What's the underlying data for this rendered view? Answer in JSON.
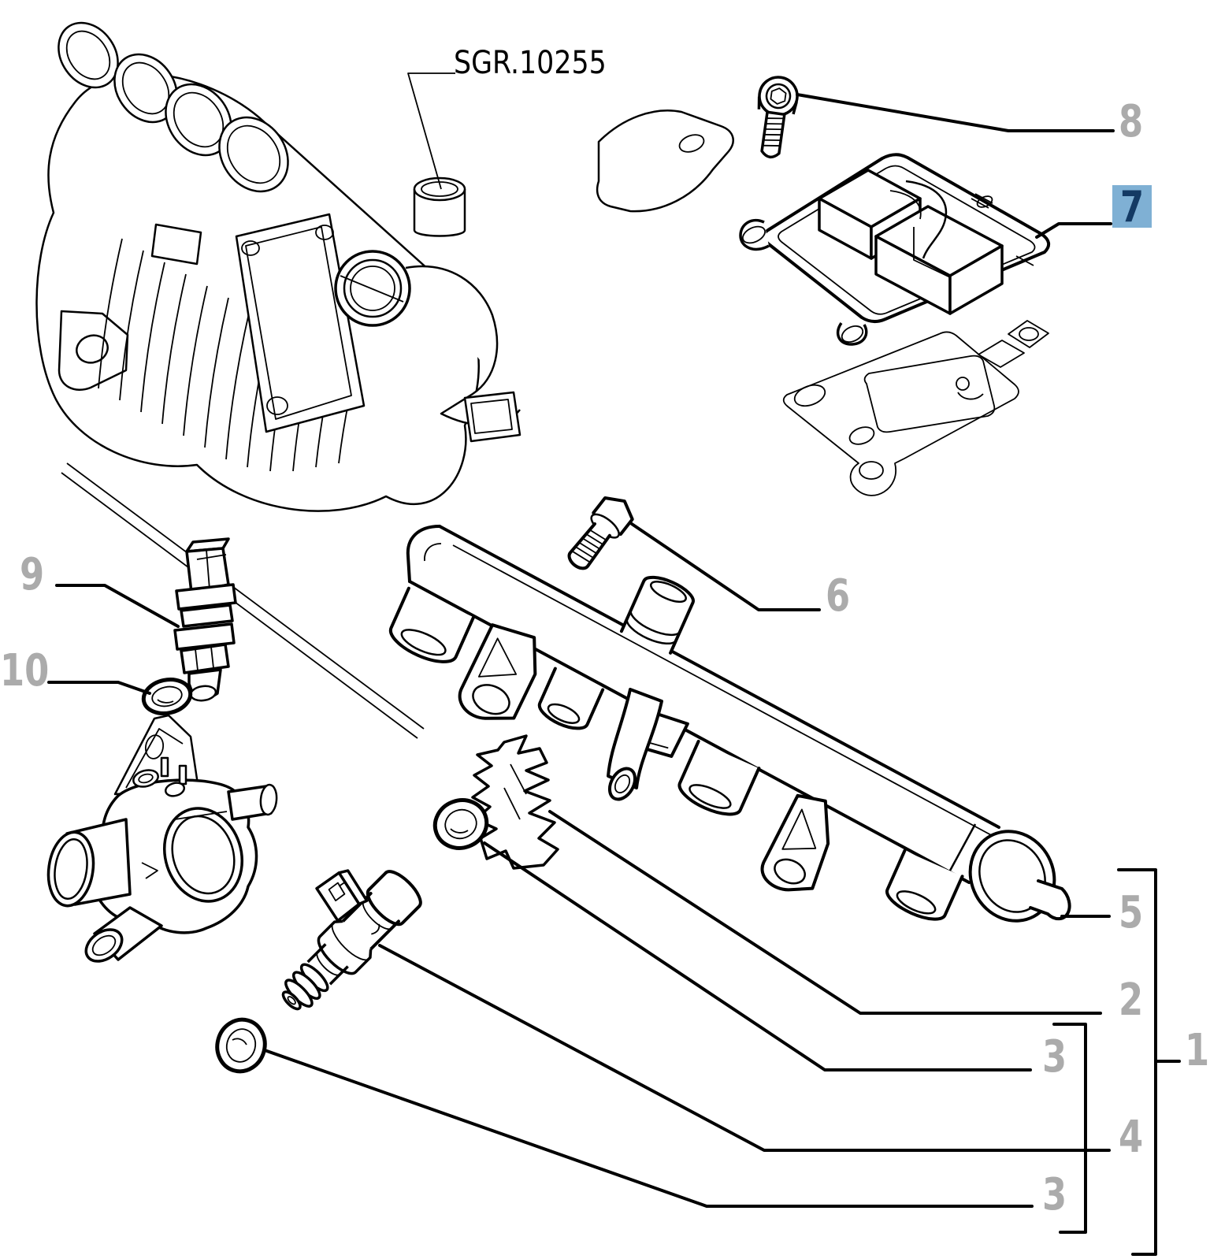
{
  "diagram": {
    "reference": {
      "label": "SGR.10255"
    },
    "callouts": {
      "c1": {
        "label": "1",
        "highlighted": false
      },
      "c2": {
        "label": "2",
        "highlighted": false
      },
      "c3a": {
        "label": "3",
        "highlighted": false
      },
      "c3b": {
        "label": "3",
        "highlighted": false
      },
      "c4": {
        "label": "4",
        "highlighted": false
      },
      "c5": {
        "label": "5",
        "highlighted": false
      },
      "c6": {
        "label": "6",
        "highlighted": false
      },
      "c7": {
        "label": "7",
        "highlighted": true
      },
      "c8": {
        "label": "8",
        "highlighted": false
      },
      "c9": {
        "label": "9",
        "highlighted": false
      },
      "c10": {
        "label": "10",
        "highlighted": false
      }
    },
    "colors": {
      "callout_text": "#ababab",
      "highlight_background": "#7fb0d4",
      "highlight_text": "#143a64",
      "line": "#000000",
      "background": "#ffffff"
    }
  }
}
